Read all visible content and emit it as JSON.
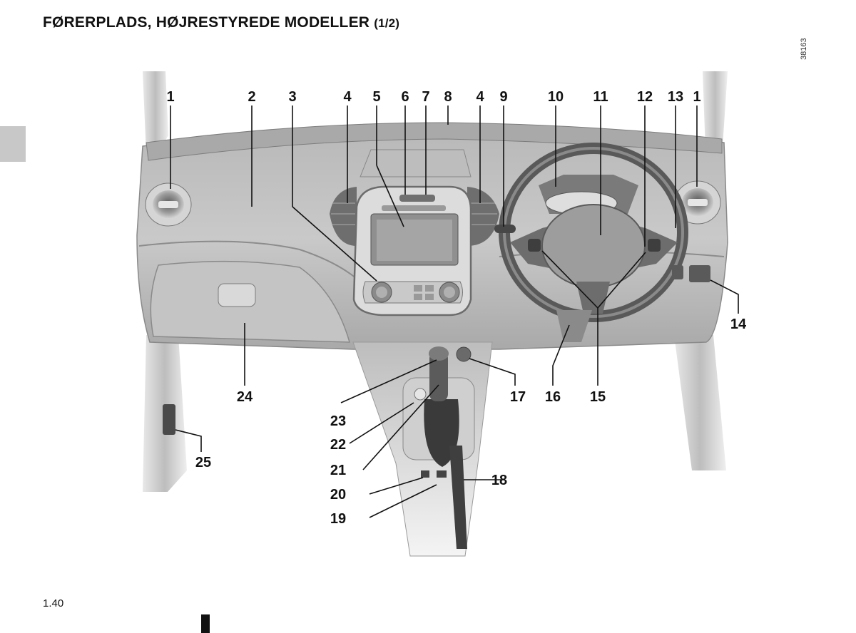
{
  "header": {
    "title": "FØRERPLADS, HØJRESTYREDE MODELLER",
    "part": "(1/2)"
  },
  "reference_code": "38163",
  "page_number": "1.40",
  "callouts": {
    "c1a": "1",
    "c2": "2",
    "c3": "3",
    "c4a": "4",
    "c5": "5",
    "c6": "6",
    "c7": "7",
    "c8": "8",
    "c4b": "4",
    "c9": "9",
    "c10": "10",
    "c11": "11",
    "c12": "12",
    "c13": "13",
    "c1b": "1",
    "c14": "14",
    "c15": "15",
    "c16": "16",
    "c17": "17",
    "c18": "18",
    "c19": "19",
    "c20": "20",
    "c21": "21",
    "c22": "22",
    "c23": "23",
    "c24": "24",
    "c25": "25"
  }
}
